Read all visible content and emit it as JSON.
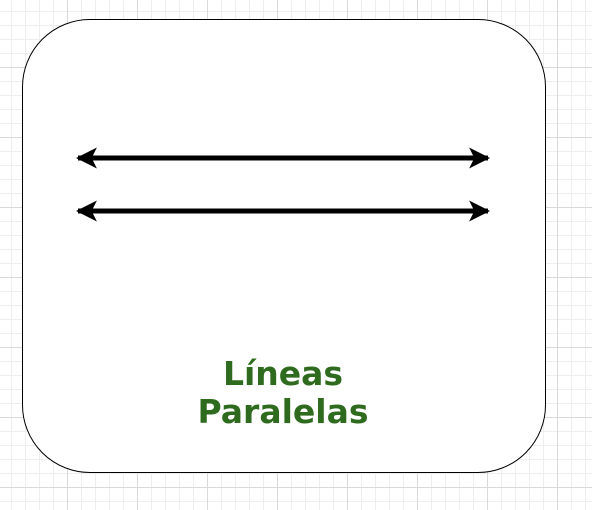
{
  "diagram": {
    "title_line1": "Líneas",
    "title_line2": "Paralelas",
    "title_color": "#2e6b1e",
    "stroke_color": "#000000",
    "lines": [
      {
        "name": "parallel-line-1",
        "arrow_start": true,
        "arrow_end": true
      },
      {
        "name": "parallel-line-2",
        "arrow_start": true,
        "arrow_end": true
      }
    ]
  }
}
